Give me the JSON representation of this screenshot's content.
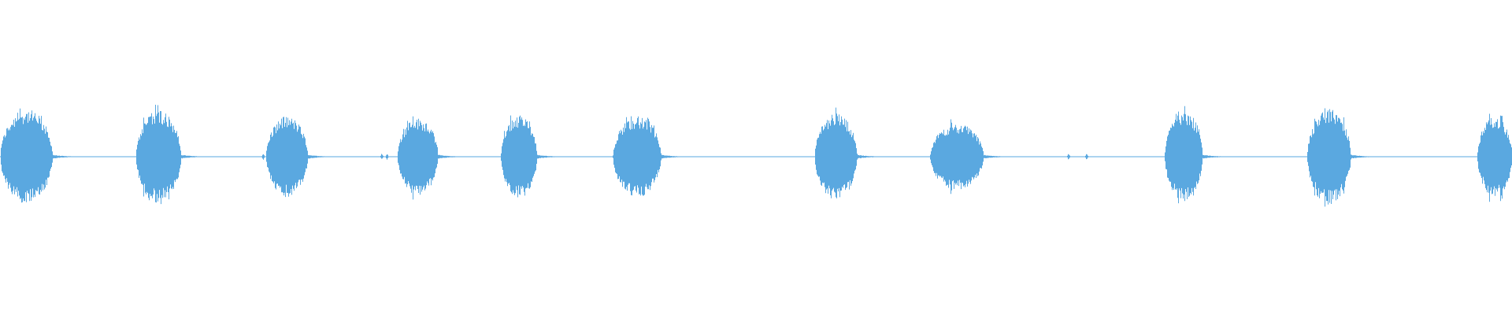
{
  "colors": {
    "background": "#ffffff",
    "waveform": "#5aa8e0"
  },
  "waveform": {
    "baseline_level": 0.0,
    "bursts": [
      {
        "center_sec": 0.45,
        "duration_sec": 0.9,
        "peak": 0.82
      },
      {
        "center_sec": 2.72,
        "duration_sec": 0.78,
        "peak": 0.8
      },
      {
        "center_sec": 4.93,
        "duration_sec": 0.72,
        "peak": 0.7
      },
      {
        "center_sec": 7.18,
        "duration_sec": 0.7,
        "peak": 0.67
      },
      {
        "center_sec": 8.92,
        "duration_sec": 0.62,
        "peak": 0.72
      },
      {
        "center_sec": 10.95,
        "duration_sec": 0.83,
        "peak": 0.7
      },
      {
        "center_sec": 14.37,
        "duration_sec": 0.73,
        "peak": 0.75
      },
      {
        "center_sec": 16.45,
        "duration_sec": 0.92,
        "peak": 0.58
      },
      {
        "center_sec": 20.35,
        "duration_sec": 0.65,
        "peak": 0.78
      },
      {
        "center_sec": 22.85,
        "duration_sec": 0.75,
        "peak": 0.83
      },
      {
        "center_sec": 25.7,
        "duration_sec": 0.6,
        "peak": 0.7
      }
    ],
    "total_duration_sec": 26.0,
    "blips_sec": [
      4.52,
      6.56,
      6.65,
      18.37,
      18.68
    ]
  }
}
